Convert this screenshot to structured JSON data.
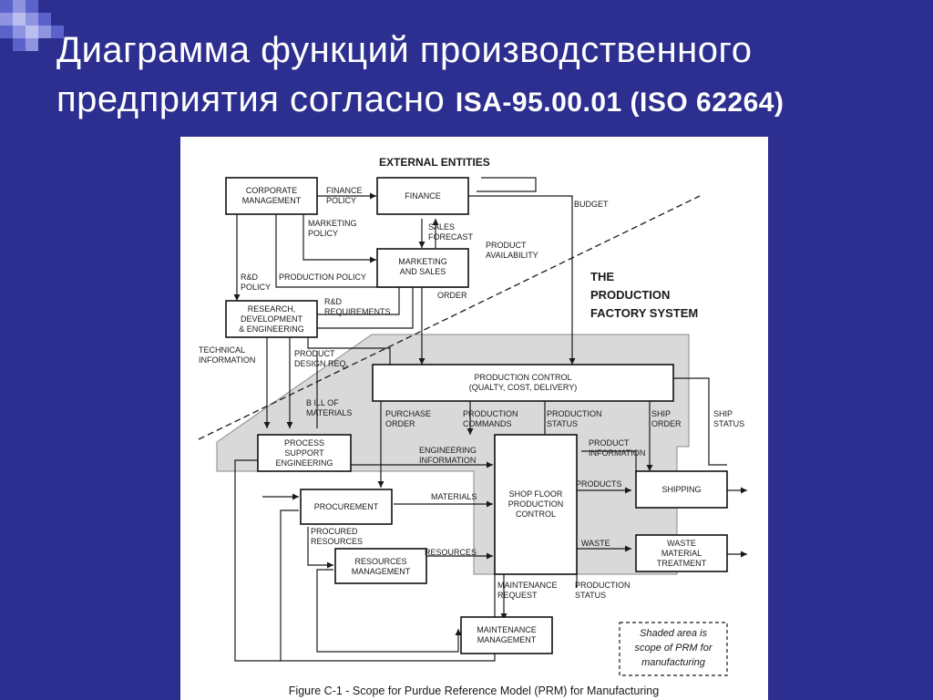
{
  "slide": {
    "title_line1": "Диаграмма функций производственного",
    "title_line2_text": "предприятия согласно ",
    "title_line2_code": "ISA-95.00.01 (ISO 62264)"
  },
  "figure": {
    "external_entities": "EXTERNAL ENTITIES",
    "production_system": [
      "THE",
      "PRODUCTION",
      "FACTORY SYSTEM"
    ],
    "caption": "Figure C-1 - Scope for Purdue Reference Model (PRM) for Manufacturing",
    "legend": [
      "Shaded area is",
      "scope of PRM for",
      "manufacturing"
    ],
    "boxes": {
      "corporate": [
        "CORPORATE",
        "MANAGEMENT"
      ],
      "finance": [
        "FINANCE"
      ],
      "marketing": [
        "MARKETING",
        "AND SALES"
      ],
      "rde": [
        "RESEARCH,",
        "DEVELOPMENT",
        "& ENGINEERING"
      ],
      "prodcontrol": [
        "PRODUCTION CONTROL",
        "(QUALTY, COST, DELIVERY)"
      ],
      "pse": [
        "PROCESS",
        "SUPPORT",
        "ENGINEERING"
      ],
      "procurement": [
        "PROCUREMENT"
      ],
      "shopfloor": [
        "SHOP FLOOR",
        "PRODUCTION",
        "CONTROL"
      ],
      "shipping": [
        "SHIPPING"
      ],
      "waste": [
        "WASTE",
        "MATERIAL",
        "TREATMENT"
      ],
      "resources": [
        "RESOURCES",
        "MANAGEMENT"
      ],
      "maintenance": [
        "MAINTENANCE",
        "MANAGEMENT"
      ]
    },
    "labels": {
      "finance_policy": [
        "FINANCE",
        "POLICY"
      ],
      "budget": [
        "BUDGET"
      ],
      "marketing_policy": [
        "MARKETING",
        "POLICY"
      ],
      "sales_forecast": [
        "SALES",
        "FORECAST"
      ],
      "product_availability": [
        "PRODUCT",
        "AVAILABILITY"
      ],
      "rd_policy": [
        "R&D",
        "POLICY"
      ],
      "production_policy": [
        "PRODUCTION POLICY"
      ],
      "rd_requirements": [
        "R&D",
        "REQUIREMENTS"
      ],
      "order": [
        "ORDER"
      ],
      "technical_information": [
        "TECHNICAL",
        "INFORMATION"
      ],
      "product_design_req": [
        "PRODUCT",
        "DESIGN REQ."
      ],
      "bill_of_materials": [
        "B ILL OF",
        "MATERIALS"
      ],
      "purchase_order": [
        "PURCHASE",
        "ORDER"
      ],
      "production_commands": [
        "PRODUCTION",
        "COMMANDS"
      ],
      "production_status": [
        "PRODUCTION",
        "STATUS"
      ],
      "ship_order": [
        "SHIP",
        "ORDER"
      ],
      "ship_status": [
        "SHIP",
        "STATUS"
      ],
      "engineering_information": [
        "ENGINEERING",
        "INFORMATION"
      ],
      "product_information": [
        "PRODUCT",
        "INFORMATION"
      ],
      "materials": [
        "MATERIALS"
      ],
      "products": [
        "PRODUCTS"
      ],
      "procured_resources": [
        "PROCURED",
        "RESOURCES"
      ],
      "resources": [
        "RESOURCES"
      ],
      "waste": [
        "WASTE"
      ],
      "maintenance_request": [
        "MAINTENANCE",
        "REQUEST"
      ],
      "production_status_2": [
        "PRODUCTION",
        "STATUS"
      ]
    }
  }
}
